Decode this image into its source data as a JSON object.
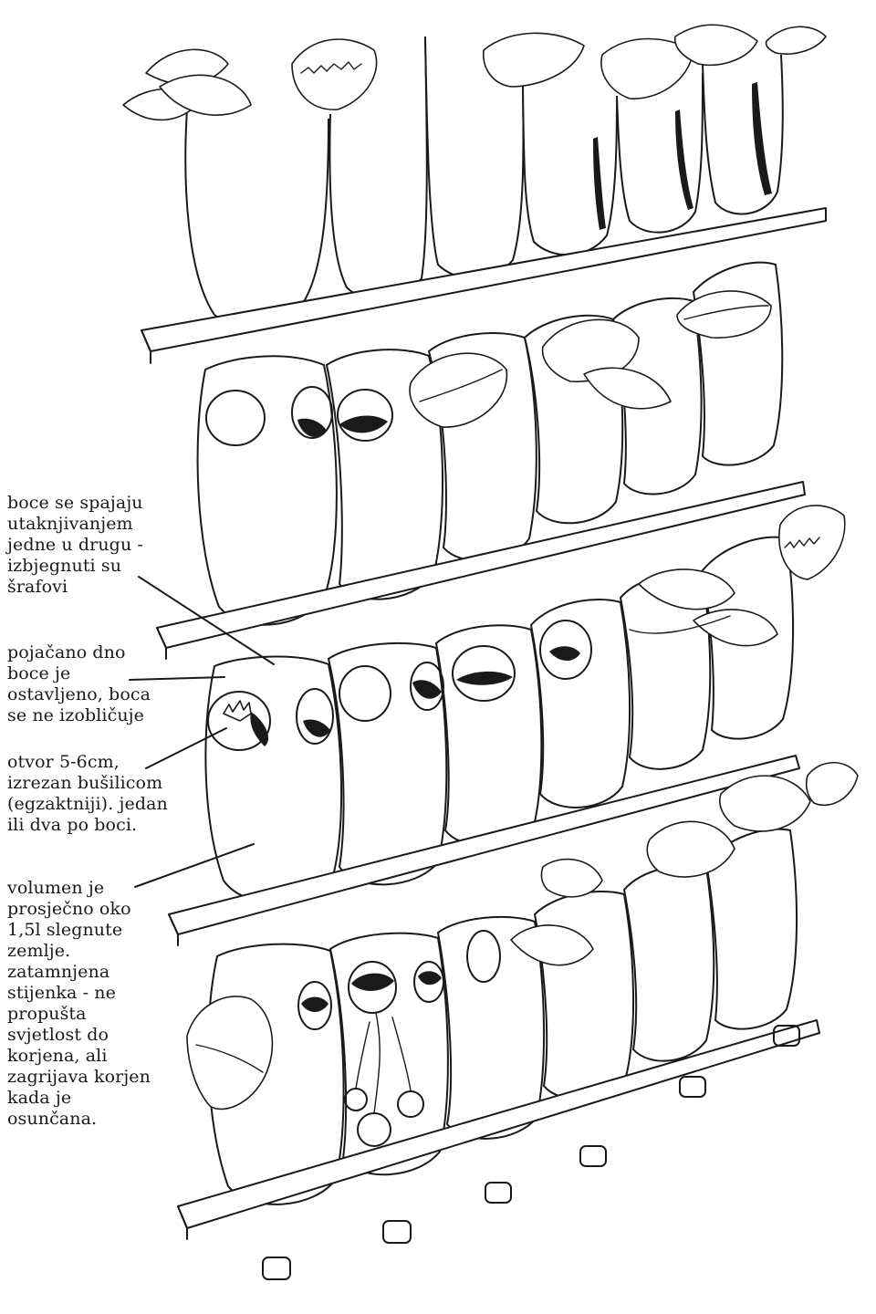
{
  "annotations": [
    {
      "id": "joining",
      "lines": [
        "boce se spajaju",
        "utaknjivanjem",
        "jedne u drugu -",
        "izbjegnuti su",
        "šrafovi"
      ]
    },
    {
      "id": "bottom",
      "lines": [
        "pojačano dno",
        "boce je",
        "ostavljeno, boca",
        "se ne izobličuje"
      ]
    },
    {
      "id": "opening",
      "lines": [
        "otvor 5-6cm,",
        "izrezan bušilicom",
        "(egzaktniji). jedan",
        "ili dva po boci."
      ]
    },
    {
      "id": "volume",
      "lines": [
        "volumen je",
        "prosječno oko",
        "1,5l slegnute",
        "zemlje.",
        "zatamnjena",
        "stijenka - ne",
        "propušta",
        "svjetlost do",
        "korjena, ali",
        "zagrijava korjen",
        "kada je",
        "osunčana."
      ]
    }
  ],
  "palette": {
    "ink": "#1a1a1a",
    "paper": "#ffffff"
  }
}
